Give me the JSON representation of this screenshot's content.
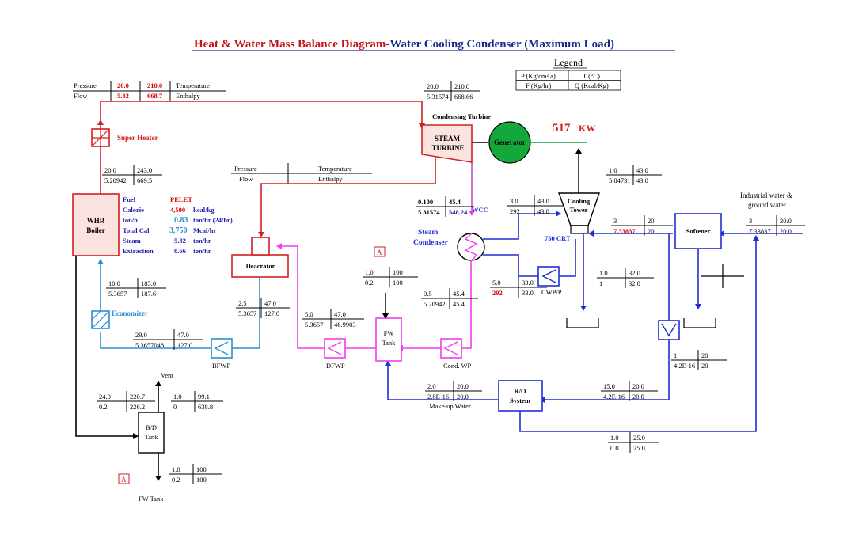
{
  "title": {
    "part1": "Heat & Water Mass Balance Diagram",
    "part2": "-Water Cooling Condenser (Maximum Load)"
  },
  "legend": {
    "title": "Legend",
    "p": "P (Kg/cm².a)",
    "t": "T (°C)",
    "f": "F (Kg/hr)",
    "q": "Q (Kcal/Kg)"
  },
  "header_table": {
    "pressure_label": "Pressure",
    "pressure": "20.0",
    "temperature": "210.0",
    "temperature_label": "Temperature",
    "flow_label": "Flow",
    "flow": "5.32",
    "enthalpy": "668.7",
    "enthalpy_label": "Enthalpy"
  },
  "mid_header": {
    "pressure_label": "Pressure",
    "temperature_label": "Temperature",
    "flow_label": "Flow",
    "enthalpy_label": "Enthalpy"
  },
  "equipment": {
    "super_heater": "Super Heater",
    "whr_boiler_1": "WHR",
    "whr_boiler_2": "Boiler",
    "economizer": "Economizer",
    "condensing_turbine": "Condensing Turbine",
    "steam_turbine_1": "STEAM",
    "steam_turbine_2": "TURBINE",
    "generator": "Generator",
    "power_value": "517",
    "power_unit": "KW",
    "cooling_tower_1": "Cooling",
    "cooling_tower_2": "Tower",
    "crt": "750  CRT",
    "steam_condenser_1": "Steam",
    "steam_condenser_2": "Condenser",
    "wcc": "WCC",
    "deaerator": "Deacrator",
    "fw_tank_1": "FW",
    "fw_tank_2": "Tank",
    "bfwp": "BFWP",
    "dfwp": "DFWP",
    "cond_wp": "Cond. WP",
    "cwp": "CWP/P",
    "softener": "Softener",
    "ro_1": "R/O",
    "ro_2": "System",
    "makeup_water": "Make-up Water",
    "industrial_water_1": "Industrial water &",
    "industrial_water_2": "ground water",
    "vent": "Vent",
    "bd_tank_1": "B/D",
    "bd_tank_2": "Tank",
    "fw_tank_bottom": "FW Tank",
    "marker_a": "A"
  },
  "boiler_info": {
    "rows": [
      {
        "label": "Fuel",
        "value": "PELET",
        "unit": ""
      },
      {
        "label": "Calorie",
        "value": "4,500",
        "unit": "kcal/kg"
      },
      {
        "label": "ton/h",
        "value": "0.83",
        "unit": "ton/hr (24/hr)"
      },
      {
        "label": "Total Cal",
        "value": "3,750",
        "unit": "Mcal/hr"
      },
      {
        "label": "Steam",
        "value": "5.32",
        "unit": "ton/hr"
      },
      {
        "label": "Extraction",
        "value": "0.66",
        "unit": "ton/hr"
      }
    ]
  },
  "streams": {
    "turbine_inlet": {
      "p": "20.0",
      "t": "210.0",
      "f": "5.31574",
      "q": "668.66"
    },
    "superheater_out": {
      "p": "20.0",
      "t": "243.0",
      "f": "5.20942",
      "q": "669.5"
    },
    "turbine_exhaust": {
      "p": "0.100",
      "t": "45.4",
      "f": "5.31574",
      "q": "548.24"
    },
    "cw_to_tower": {
      "p": "3.0",
      "t": "43.0",
      "f": "292",
      "q": "43.0"
    },
    "tower_top": {
      "p": "1.0",
      "t": "43.0",
      "f": "5.84731",
      "q": "43.0"
    },
    "softener_in": {
      "p": "3",
      "t": "20",
      "f": "7.33837",
      "q": "20"
    },
    "industrial_in": {
      "p": "3",
      "t": "20.0",
      "f": "7.33837",
      "q": "20.0"
    },
    "cwp_out": {
      "p": "1.0",
      "t": "32.0",
      "f": "1",
      "q": "32.0"
    },
    "cw_return": {
      "p": "5.0",
      "t": "33.0",
      "f": "292",
      "q": "33.0"
    },
    "condensate": {
      "p": "0.5",
      "t": "45.4",
      "f": "5.20942",
      "q": "45.4"
    },
    "fw_tank_in": {
      "p": "1.0",
      "t": "100",
      "f": "0.2",
      "q": "100"
    },
    "dfwp_out": {
      "p": "5.0",
      "t": "47.0",
      "f": "5.3657",
      "q": "46.9903"
    },
    "deaerator_out": {
      "p": "2.5",
      "t": "47.0",
      "f": "5.3657",
      "q": "127.0"
    },
    "economizer_in": {
      "p": "10.0",
      "t": "185.0",
      "f": "5.3657",
      "q": "187.6"
    },
    "bfwp_out": {
      "p": "29.0",
      "t": "47.0",
      "f": "5.3657048",
      "q": "127.0"
    },
    "blowdown_in": {
      "p": "24.0",
      "t": "220.7",
      "f": "0.2",
      "q": "226.2"
    },
    "vent": {
      "p": "1.0",
      "t": "99.1",
      "f": "0",
      "q": "638.8"
    },
    "bd_out": {
      "p": "1.0",
      "t": "100",
      "f": "0.2",
      "q": "100"
    },
    "makeup": {
      "p": "2.0",
      "t": "20.0",
      "f": "2.8E-16",
      "q": "20.0"
    },
    "ro_in": {
      "p": "15.0",
      "t": "20.0",
      "f": "4.2E-16",
      "q": "20.0"
    },
    "softener_out": {
      "p": "1",
      "t": "20",
      "f": "4.2E-16",
      "q": "20"
    },
    "ro_reject": {
      "p": "1.0",
      "t": "25.0",
      "f": "0.0",
      "q": "25.0"
    }
  },
  "colors": {
    "steam": "#d42020",
    "feedwater": "#f03cf0",
    "boiler_feed": "#2a8fd0",
    "cooling_water": "#1f2fd6",
    "generator": "#14a83c",
    "boiler_fill": "#fbe3df"
  }
}
